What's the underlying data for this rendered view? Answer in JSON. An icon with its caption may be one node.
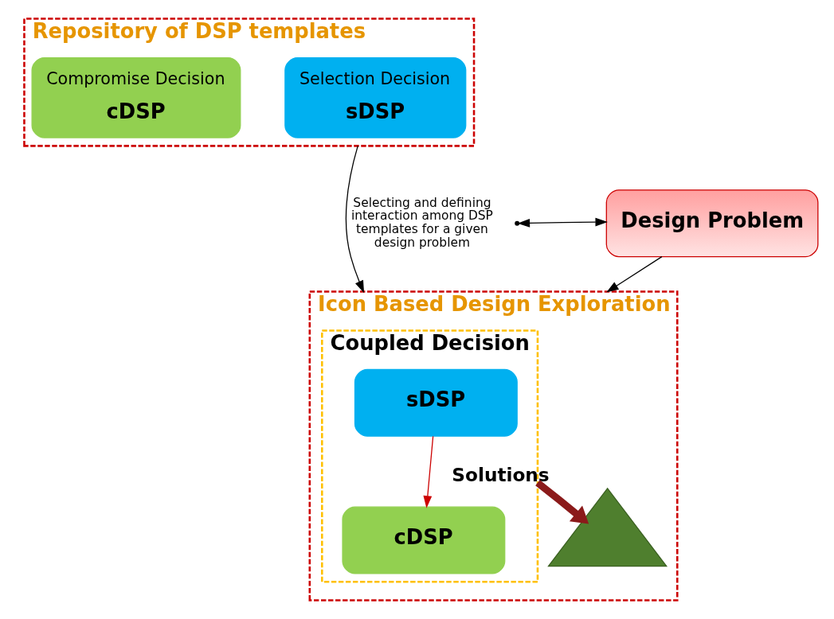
{
  "diagram": {
    "nodes": [
      {
        "text": [
          "Repository of DSP templates"
        ]
      },
      {
        "text": [
          "Selection Decision",
          "sDSP"
        ],
        "in": 0
      },
      {
        "text": [
          "Compromise Decision",
          "cDSP"
        ],
        "in": 0
      },
      {
        "text": [
          "Design Problem"
        ]
      },
      {
        "text": [
          "Icon Based Design Exploration"
        ]
      },
      {
        "text": [
          "Coupled Decision"
        ],
        "in": 4
      },
      {
        "text": [
          "sDSP"
        ],
        "in": 5
      },
      {
        "text": [
          "cDSP"
        ],
        "in": 5
      },
      {
        "text": [],
        "shape": "picture",
        "in": 4,
        "beside": [
          "Solutions"
        ]
      }
    ],
    "edges": [
      {
        "from": 0,
        "to": 4,
        "arrow": "to",
        "label": "Selecting and defining interaction among DSP templates for a given design problem"
      },
      {
        "from": 3,
        "to": null,
        "arrow": "both"
      },
      {
        "from": 3,
        "to": 4,
        "arrow": "to"
      },
      {
        "from": 6,
        "to": 7,
        "arrow": "to",
        "color": "#cc0000"
      },
      {
        "from": 5,
        "to": 8,
        "arrow": "to",
        "style": "thick",
        "color": "#8b1a1a"
      }
    ]
  }
}
